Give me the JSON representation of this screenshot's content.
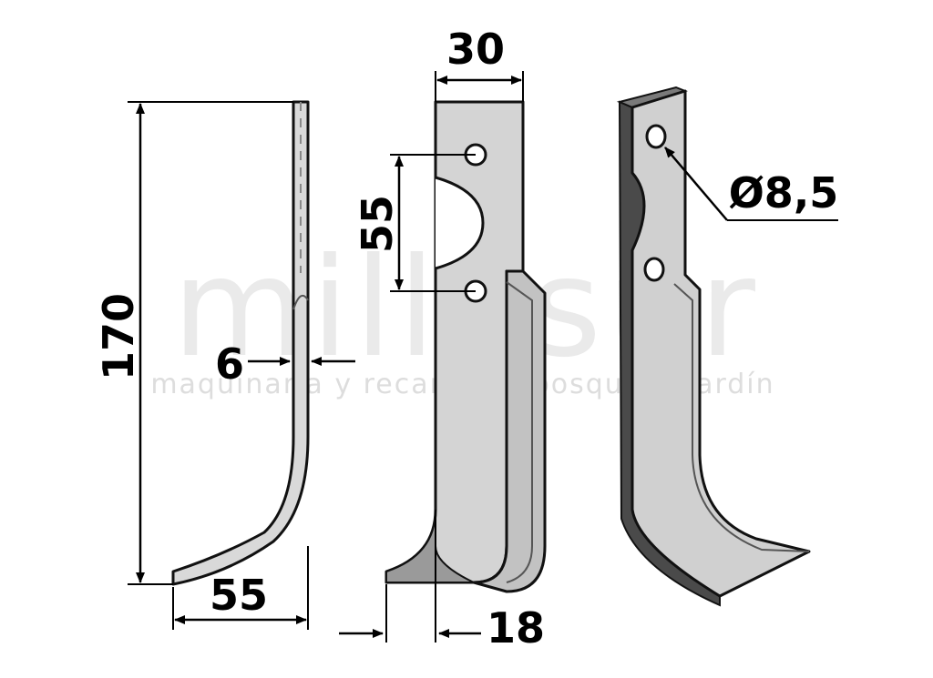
{
  "watermark": {
    "brand": "millasur",
    "tagline": "maquinaria y recambios bosque & jardín"
  },
  "dimensions": {
    "length": "170",
    "thickness": "6",
    "foot_width": "55",
    "blade_width": "30",
    "hole_spacing": "55",
    "offset": "18",
    "hole_diameter": "Ø8,5"
  },
  "colors": {
    "blade_fill": "#d4d4d4",
    "blade_edge": "#707070",
    "blade_outline": "#111111",
    "dimension_line": "#000000",
    "watermark": "#d9d9d9"
  }
}
